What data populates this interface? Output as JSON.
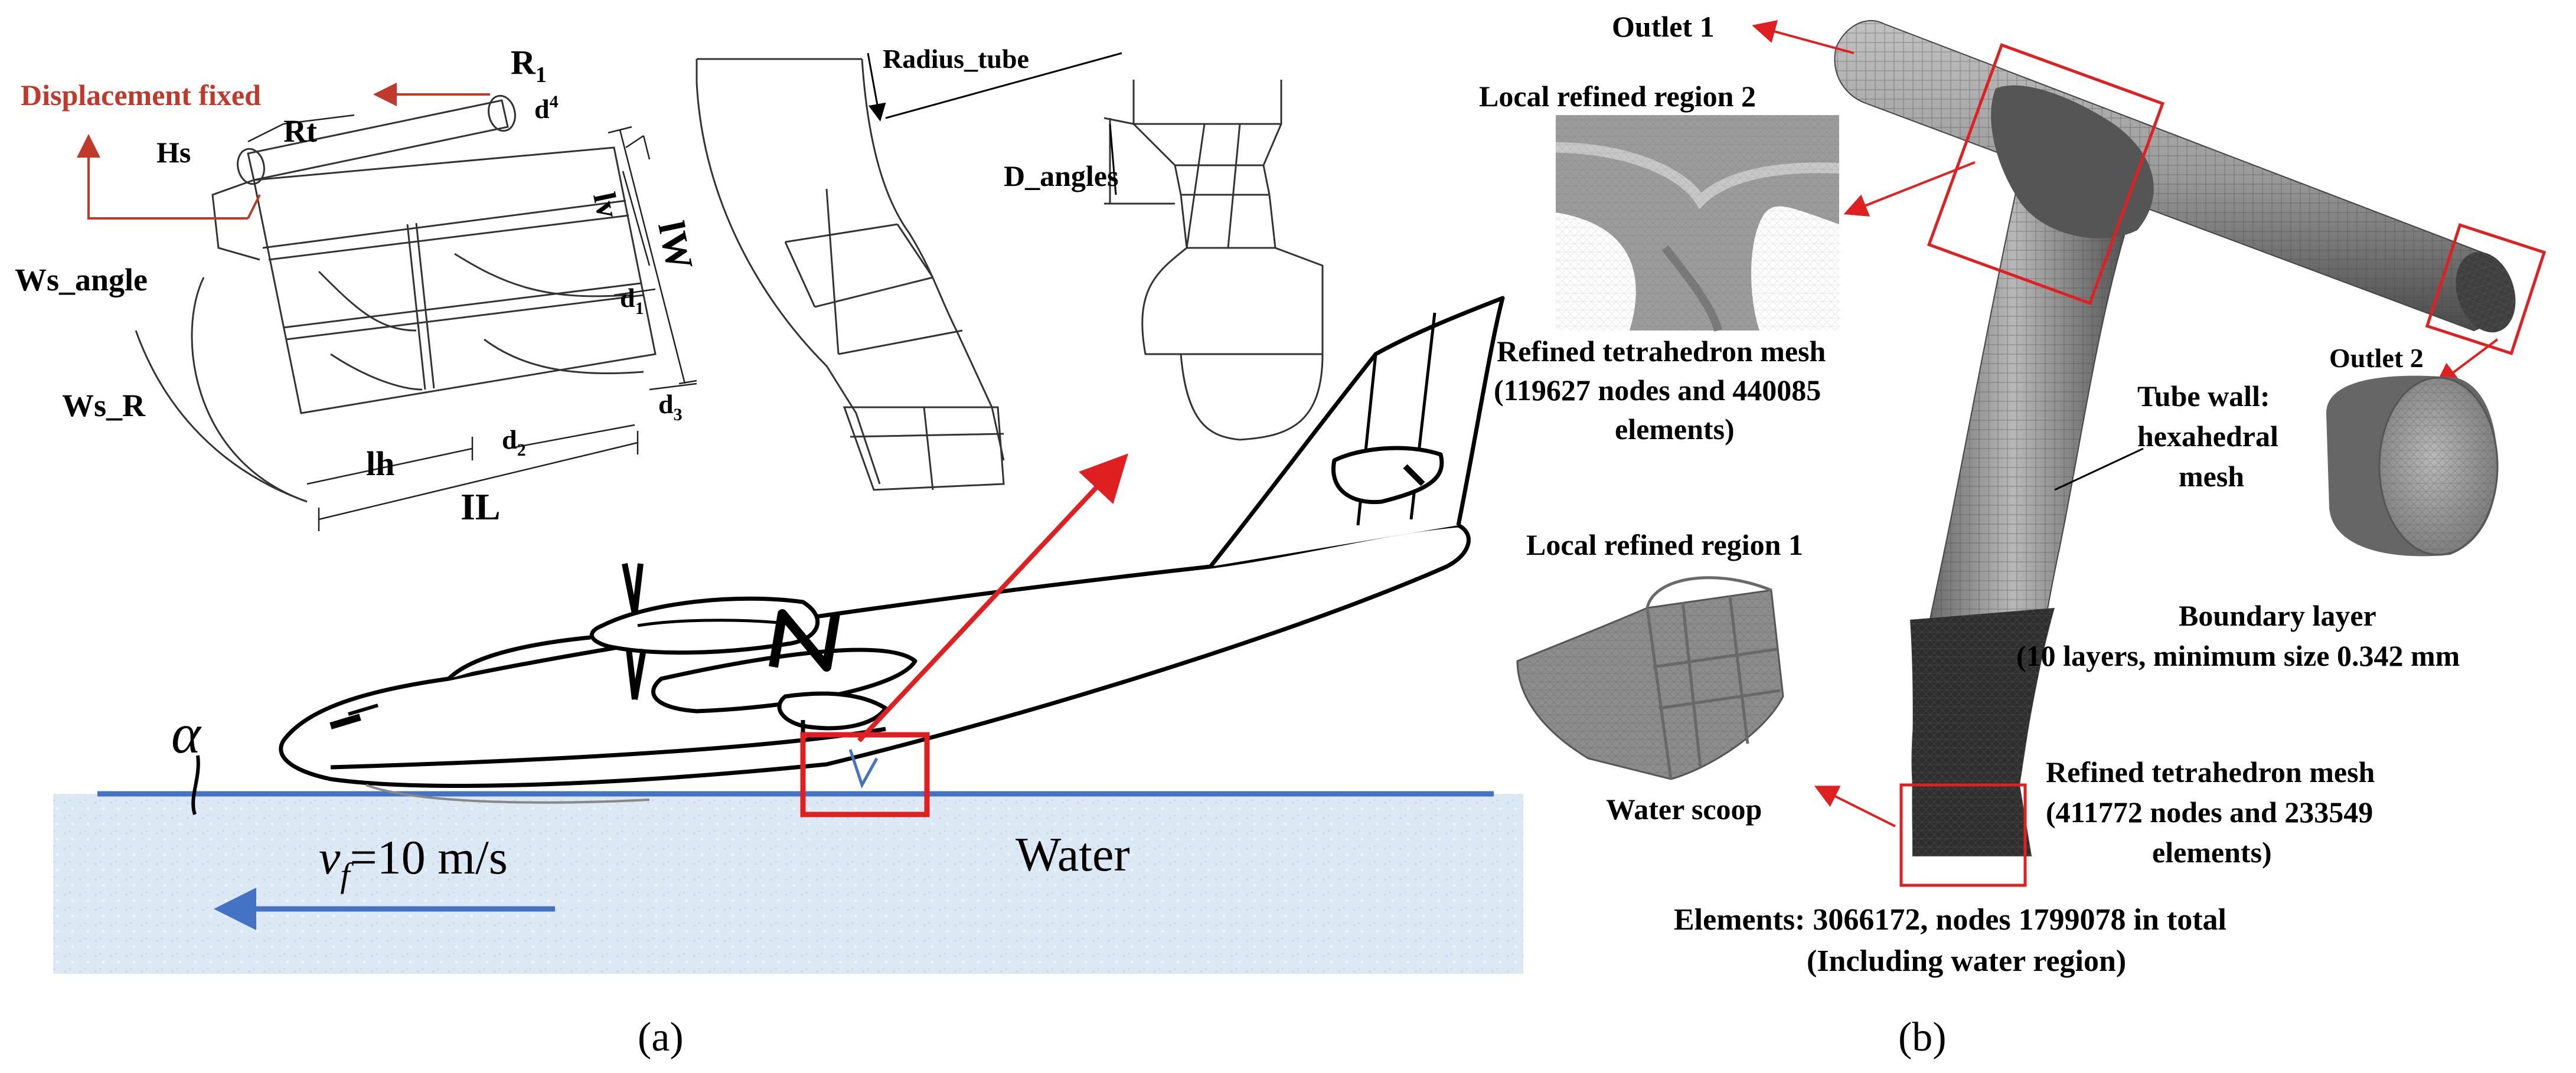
{
  "panel_a": {
    "caption": "(a)",
    "labels": {
      "displacement_fixed": "Displacement fixed",
      "r1_main": "R",
      "r1_sub": "1",
      "d4_main": "d",
      "d4_sub": "4",
      "hs": "Hs",
      "rt": "Rt",
      "lv": "lv",
      "lw": "lW",
      "ws_angle": "Ws_angle",
      "d1_main": "d",
      "d1_sub": "1",
      "ws_r": "Ws_R",
      "d3_main": "d",
      "d3_sub": "3",
      "lh": "lh",
      "d2_main": "d",
      "d2_sub": "2",
      "il": "IL",
      "radius_tube": "Radius_tube",
      "d_angles": "D_angles",
      "alpha": "α",
      "velocity_var": "v",
      "velocity_sub": "f",
      "velocity_value": "=10 m/s",
      "water": "Water"
    },
    "colors": {
      "water_fill": "#dce9f5",
      "water_line": "#4472c4",
      "arrow_blue": "#4472c4",
      "highlight_red": "#e02020",
      "label_red": "#c0392b"
    }
  },
  "panel_b": {
    "caption": "(b)",
    "labels": {
      "outlet1": "Outlet 1",
      "local_region2": "Local refined region 2",
      "refined_tet_1_line1": "Refined tetrahedron mesh",
      "refined_tet_1_line2": "(119627 nodes and 440085",
      "refined_tet_1_line3": "elements)",
      "outlet2": "Outlet 2",
      "tube_wall_line1": "Tube wall:",
      "tube_wall_line2": "hexahedral",
      "tube_wall_line3": "mesh",
      "local_region1": "Local refined region 1",
      "boundary_layer_line1": "Boundary layer",
      "boundary_layer_line2": "(10 layers, minimum size 0.342 mm",
      "water_scoop": "Water scoop",
      "refined_tet_2_line1": "Refined tetrahedron mesh",
      "refined_tet_2_line2": "(411772 nodes and 233549",
      "refined_tet_2_line3": "elements)",
      "totals_line1": "Elements: 3066172, nodes 1799078 in total",
      "totals_line2": "(Including water region)"
    },
    "colors": {
      "mesh_grey": "#8a8a8a",
      "mesh_dark": "#3a3a3a",
      "highlight_red": "#e02020"
    }
  }
}
